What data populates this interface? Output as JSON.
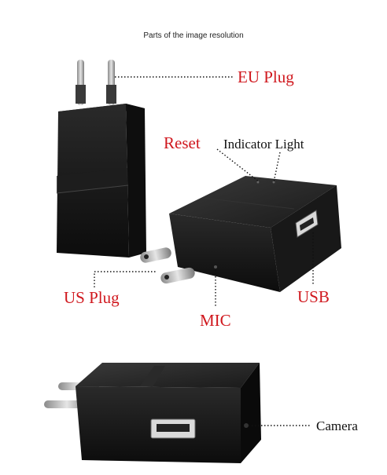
{
  "caption": "Parts of the image resolution",
  "labels": {
    "eu_plug": "EU Plug",
    "reset": "Reset",
    "indicator_light": "Indicator Light",
    "us_plug": "US Plug",
    "usb": "USB",
    "mic": "MIC",
    "camera": "Camera"
  },
  "colors": {
    "label_red": "#d0181e",
    "label_black": "#111111",
    "body_black": "#141414",
    "prong_metal": "#b8b8b8"
  }
}
